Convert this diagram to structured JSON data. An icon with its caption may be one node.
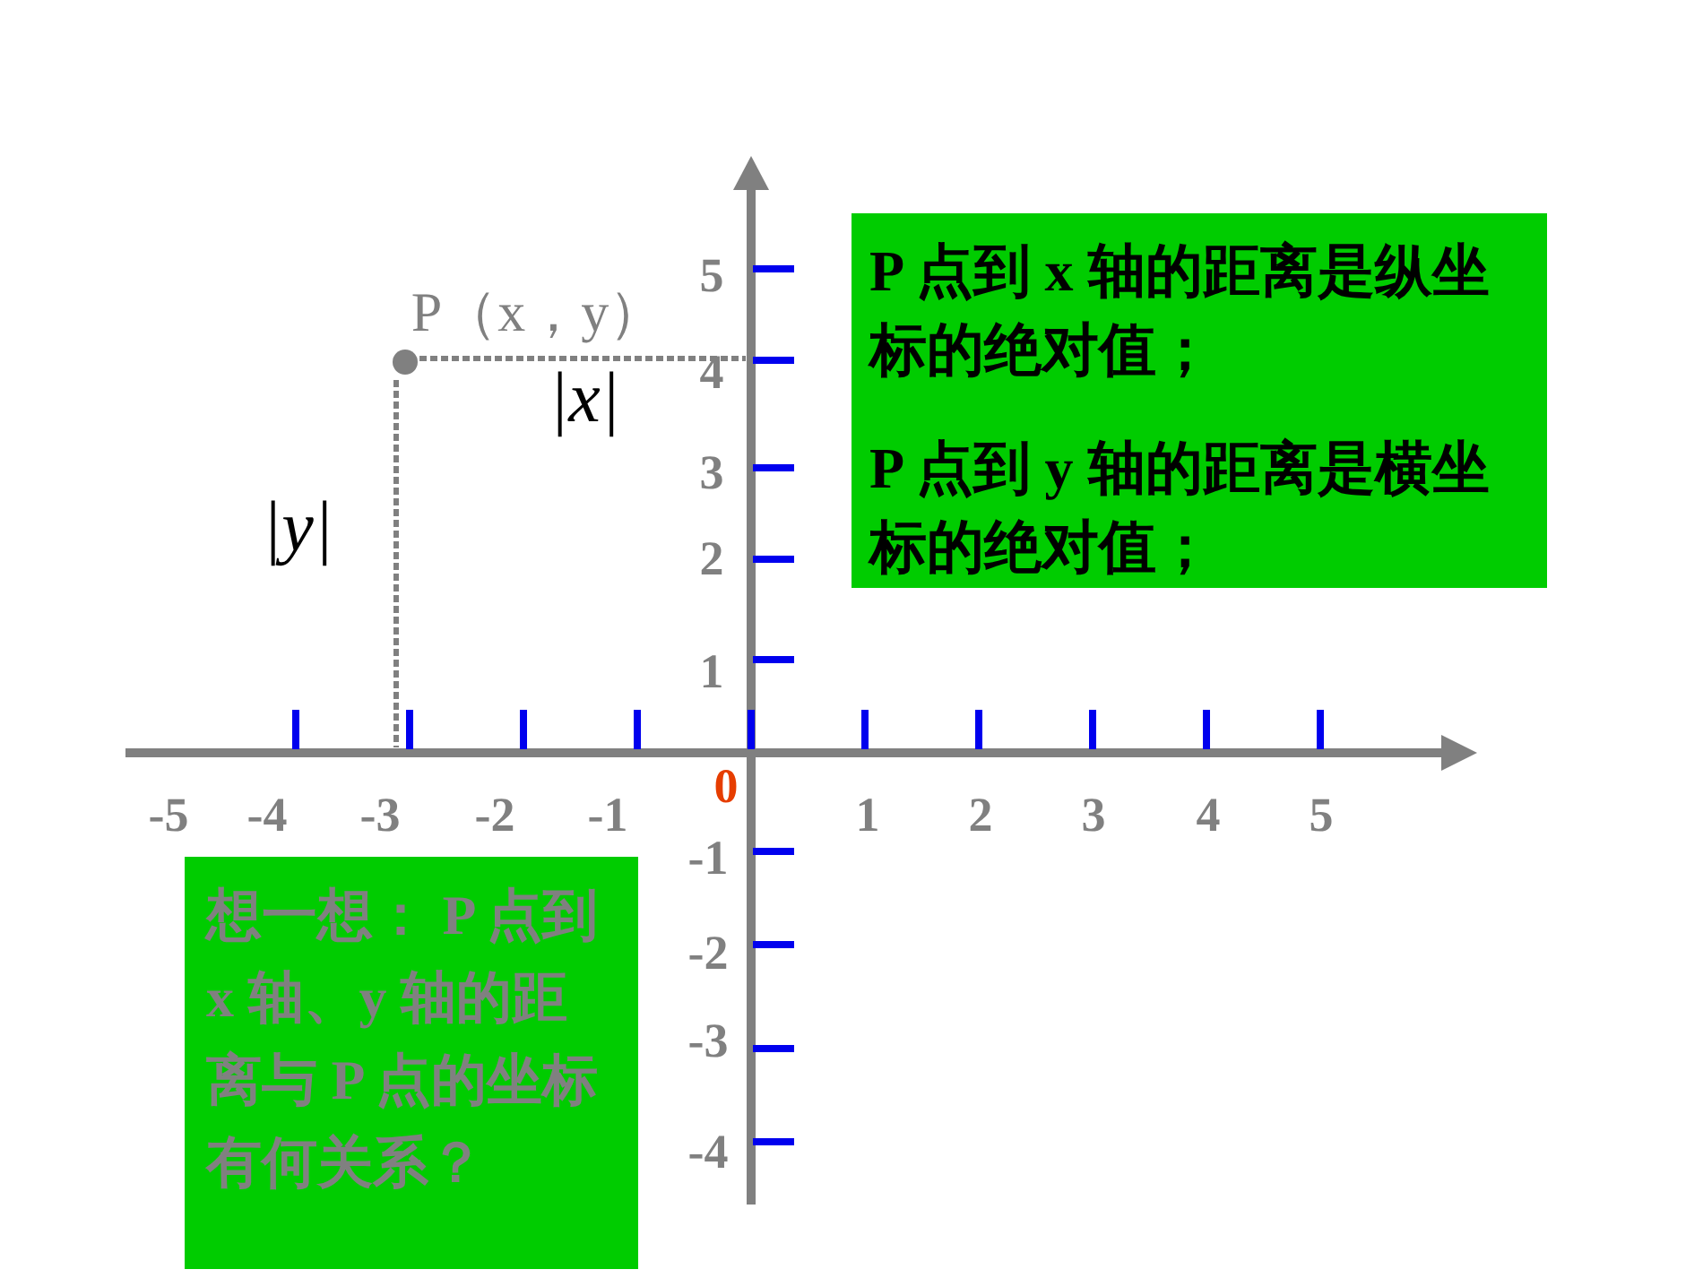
{
  "diagram": {
    "nodes": [
      {
        "text": [
          "P 点到 x 轴的距离是纵坐标的绝对值；",
          "P 点到 y 轴的距离是横坐标的绝对值；"
        ]
      },
      {
        "text": [
          "想一想： P 点到 x 轴、y 轴的距离与 P 点的坐标有何关系？"
        ]
      }
    ],
    "labels": [
      "P（x，y）",
      "5",
      "4",
      "|x|",
      "3",
      "2",
      "|y|",
      "1",
      "0",
      "-5",
      "-4",
      "-3",
      "-2",
      "-1",
      "1",
      "2",
      "3",
      "4",
      "5",
      "-1",
      "-2",
      "-3",
      "-4"
    ]
  }
}
